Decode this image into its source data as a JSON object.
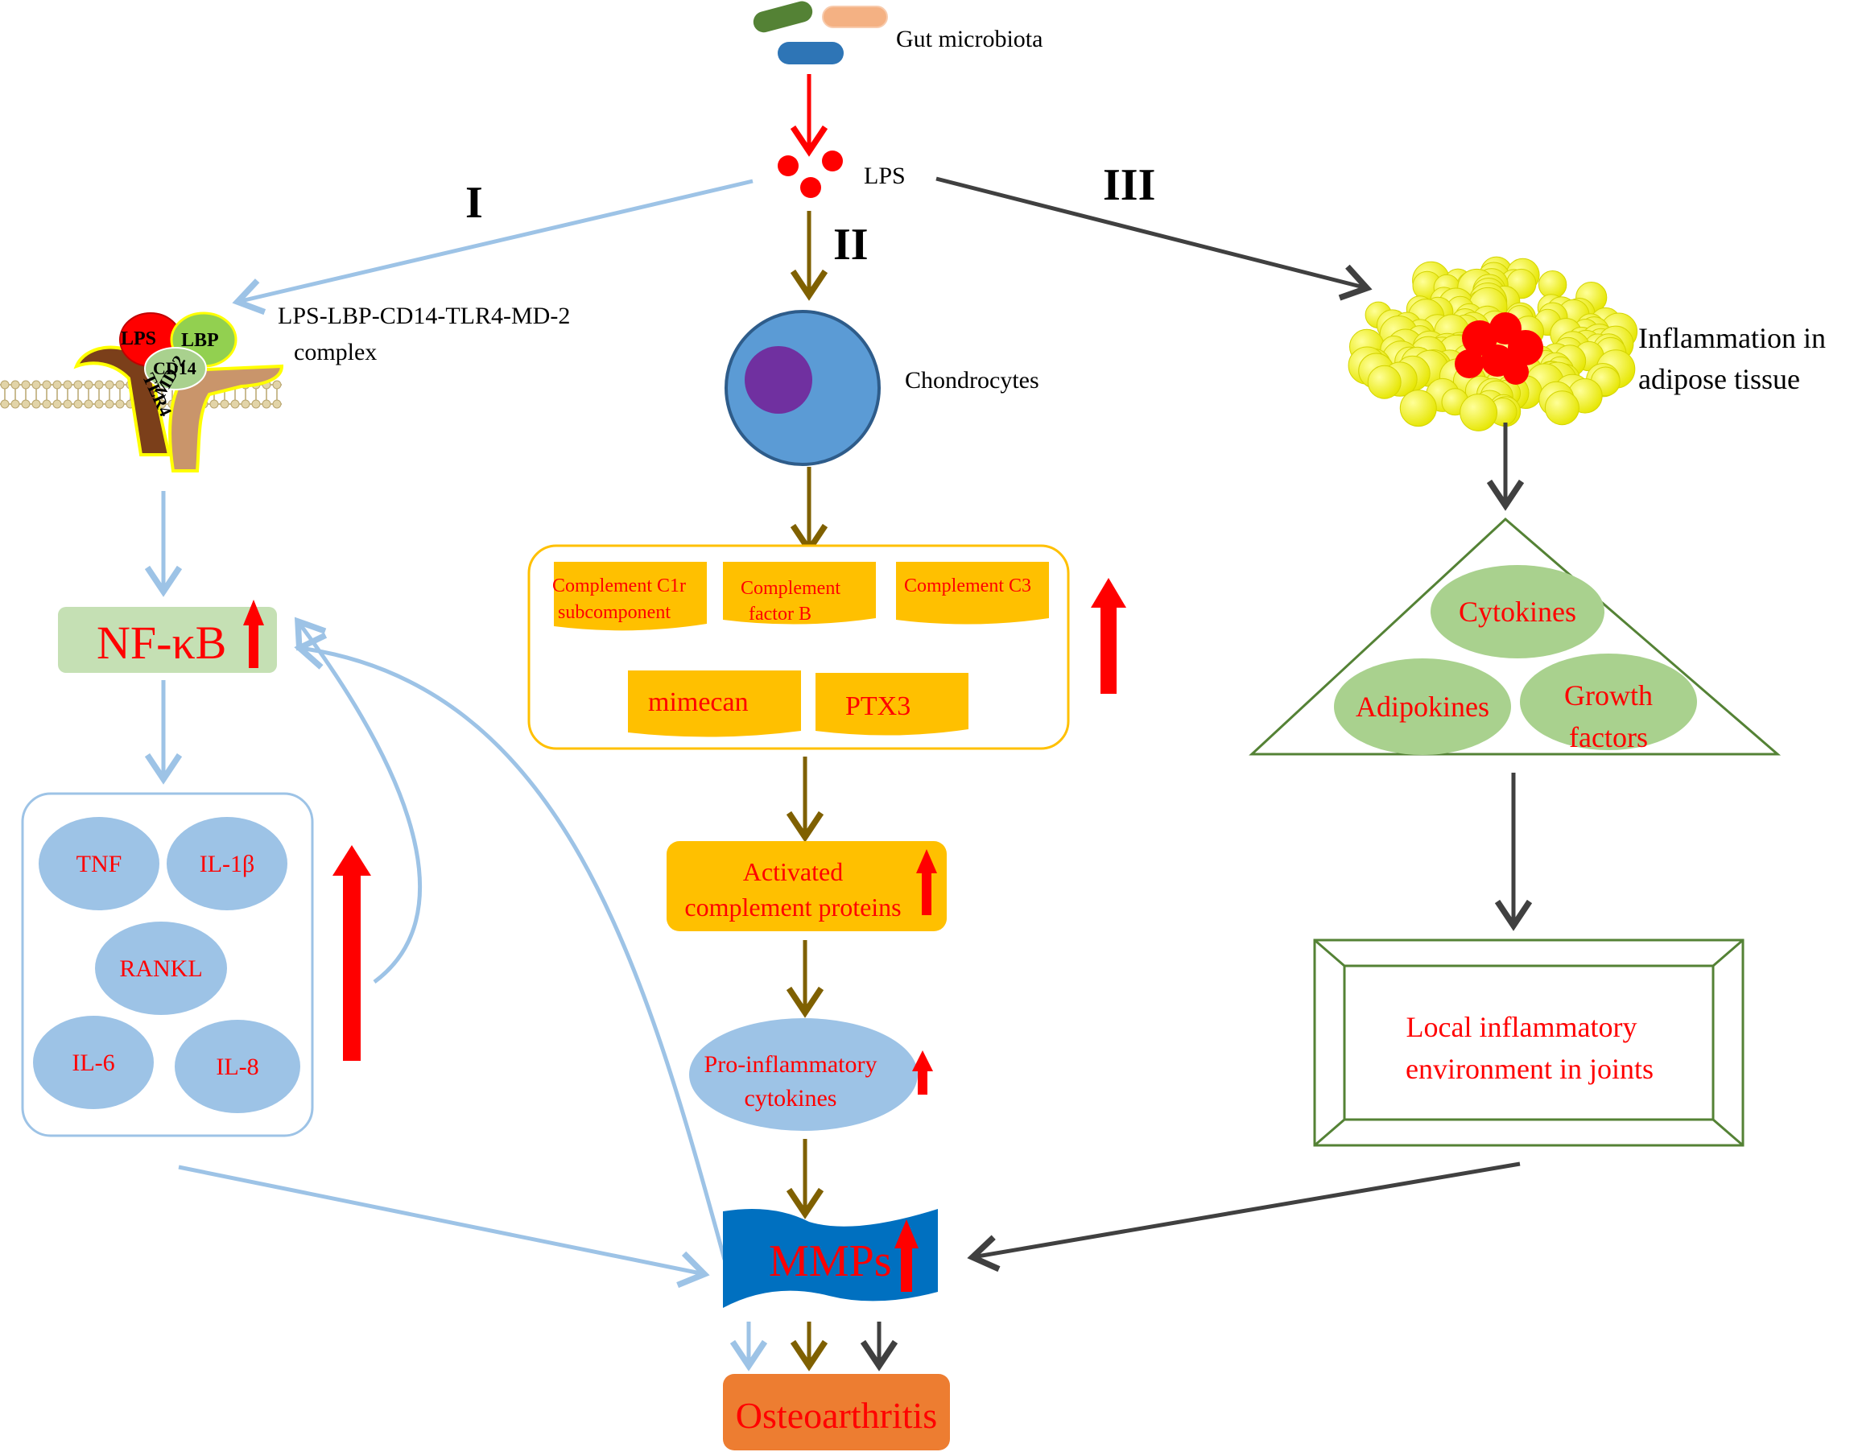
{
  "source": {
    "label": "Gut microbiota",
    "lps_label": "LPS"
  },
  "pathways": {
    "I": "I",
    "II": "II",
    "III": "III"
  },
  "complex": {
    "label_line1": "LPS-LBP-CD14-TLR4-MD-2",
    "label_line2": "complex",
    "lps": "LPS",
    "lbp": "LBP",
    "cd14": "CD14",
    "tlr4": "TLR4",
    "md2": "MD-2"
  },
  "nfkb": "NF-κB",
  "cytokines_box": [
    "TNF",
    "IL-1β",
    "RANKL",
    "IL-6",
    "IL-8"
  ],
  "chondrocytes": "Chondrocytes",
  "complement_box": {
    "c1r_line1": "Complement C1r",
    "c1r_line2": "subcomponent",
    "factor_b_line1": "Complement",
    "factor_b_line2": "factor B",
    "c3": "Complement C3",
    "mimecan": "mimecan",
    "ptx3": "PTX3"
  },
  "activated": {
    "line1": "Activated",
    "line2": "complement proteins"
  },
  "pro_inflammatory": {
    "line1": "Pro-inflammatory",
    "line2": "cytokines"
  },
  "mmps": "MMPs",
  "osteoarthritis": "Osteoarthritis",
  "adipose": {
    "line1": "Inflammation in",
    "line2": "adipose tissue"
  },
  "triangle": {
    "cytokines": "Cytokines",
    "adipokines": "Adipokines",
    "growth_line1": "Growth",
    "growth_line2": "factors"
  },
  "local": {
    "line1": "Local inflammatory",
    "line2": "environment in joints"
  },
  "colors": {
    "red": "#ff0000",
    "light_blue_arrow": "#9dc3e6",
    "brown_arrow": "#7f6000",
    "dark_gray_arrow": "#404040",
    "gold": "#ffc000",
    "blue_ellipse": "#9dc3e6",
    "cell_blue": "#5b9bd5",
    "nucleus": "#7030a0",
    "mmps_blue": "#0070c0",
    "orange": "#ed7d31",
    "green_ellipse": "#a9d18e",
    "green_outline": "#548235",
    "fat_yellow": "#ffff00",
    "nfkb_bg": "#c5e0b4"
  }
}
